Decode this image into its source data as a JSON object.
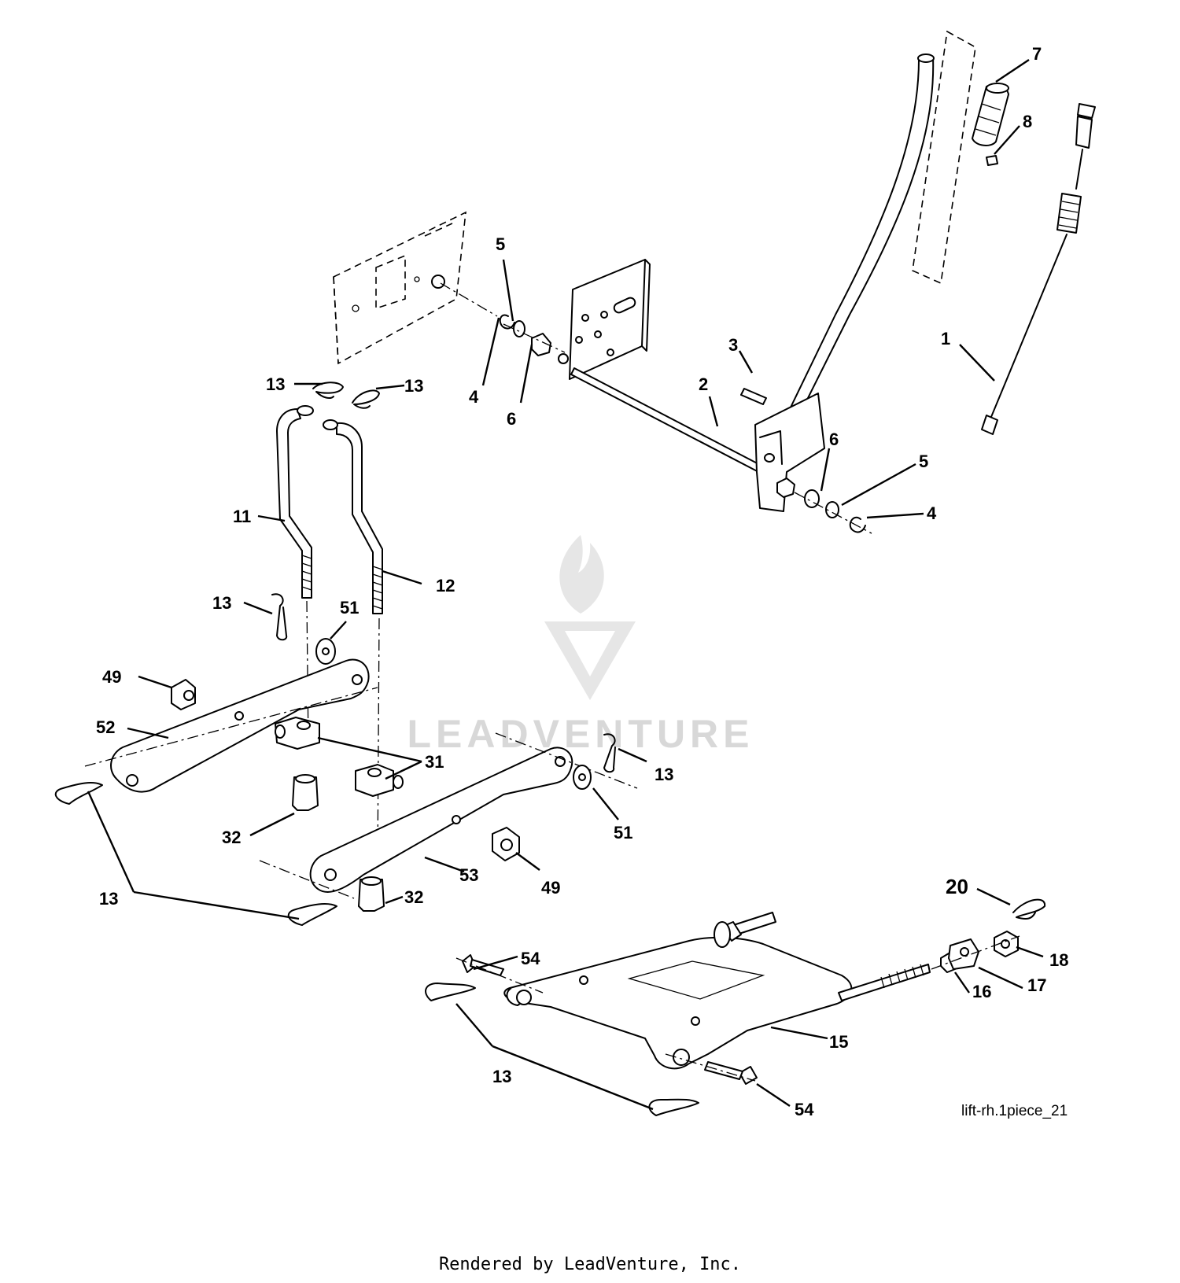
{
  "diagram": {
    "reference_id": "lift-rh.1piece_21",
    "footer": "Rendered by LeadVenture, Inc.",
    "watermark": "LEADVENTURE",
    "callouts": {
      "c1": "1",
      "c2": "2",
      "c3": "3",
      "c4a": "4",
      "c4b": "4",
      "c5a": "5",
      "c5b": "5",
      "c6a": "6",
      "c6b": "6",
      "c7": "7",
      "c8": "8",
      "c11": "11",
      "c12": "12",
      "c13a": "13",
      "c13b": "13",
      "c13c": "13",
      "c13d": "13",
      "c13e": "13",
      "c13f": "13",
      "c15": "15",
      "c16": "16",
      "c17": "17",
      "c18": "18",
      "c20": "20",
      "c31": "31",
      "c32a": "32",
      "c32b": "32",
      "c49a": "49",
      "c49b": "49",
      "c51a": "51",
      "c51b": "51",
      "c52": "52",
      "c53": "53",
      "c54a": "54",
      "c54b": "54"
    }
  }
}
